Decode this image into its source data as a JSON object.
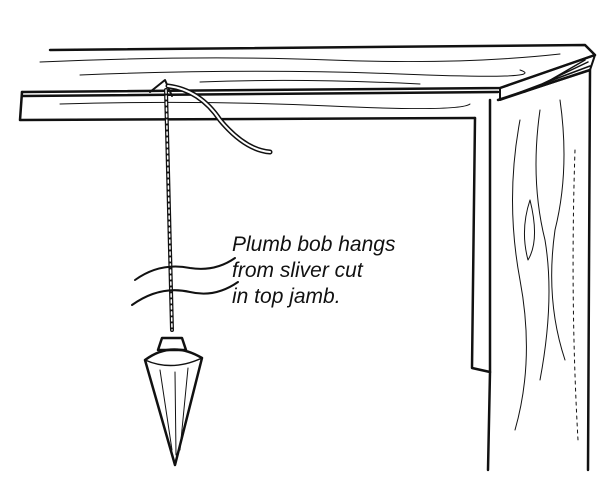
{
  "caption": {
    "lines": [
      "Plumb bob hangs",
      "from sliver cut",
      "in top jamb."
    ]
  },
  "colors": {
    "ink": "#111111",
    "background": "#ffffff"
  }
}
